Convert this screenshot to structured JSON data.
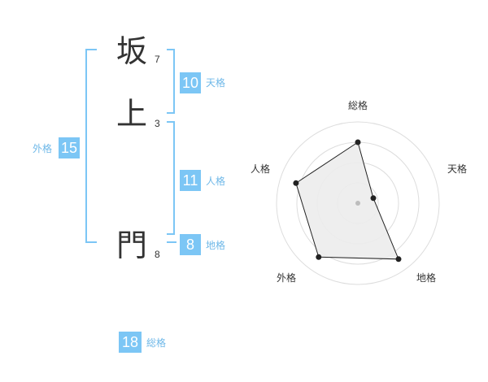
{
  "name": {
    "chars": [
      {
        "char": "坂",
        "strokes": "7"
      },
      {
        "char": "上",
        "strokes": "3"
      },
      {
        "char": "門",
        "strokes": "8"
      }
    ]
  },
  "fortune": {
    "tenkaku": {
      "label": "天格",
      "value": "10"
    },
    "jinkaku": {
      "label": "人格",
      "value": "11"
    },
    "chikaku": {
      "label": "地格",
      "value": "8"
    },
    "gaikaku": {
      "label": "外格",
      "value": "15"
    },
    "soukaku": {
      "label": "総格",
      "value": "18"
    }
  },
  "colors": {
    "accent": "#7cc6f5",
    "label": "#6fb8e8",
    "text": "#333333"
  },
  "chart_data": {
    "type": "radar",
    "axes": [
      "総格",
      "天格",
      "地格",
      "外格",
      "人格"
    ],
    "values": [
      0.75,
      0.2,
      0.85,
      0.82,
      0.8
    ],
    "rings": 4
  }
}
